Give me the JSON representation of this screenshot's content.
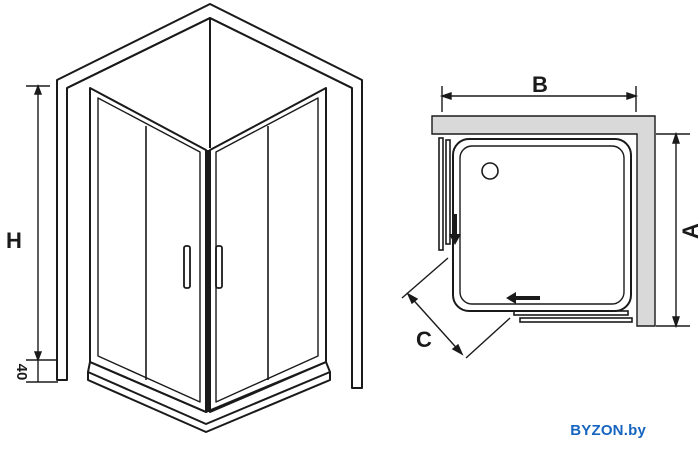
{
  "front_view": {
    "height_label": "H",
    "base_label": "40"
  },
  "plan_view": {
    "width_label": "B",
    "depth_label": "A",
    "entry_label": "C"
  },
  "watermark": {
    "text": "BYZON.by",
    "color": "#1565c0"
  },
  "colors": {
    "line": "#1a1a1a",
    "wall_fill": "#d9d9d9"
  }
}
